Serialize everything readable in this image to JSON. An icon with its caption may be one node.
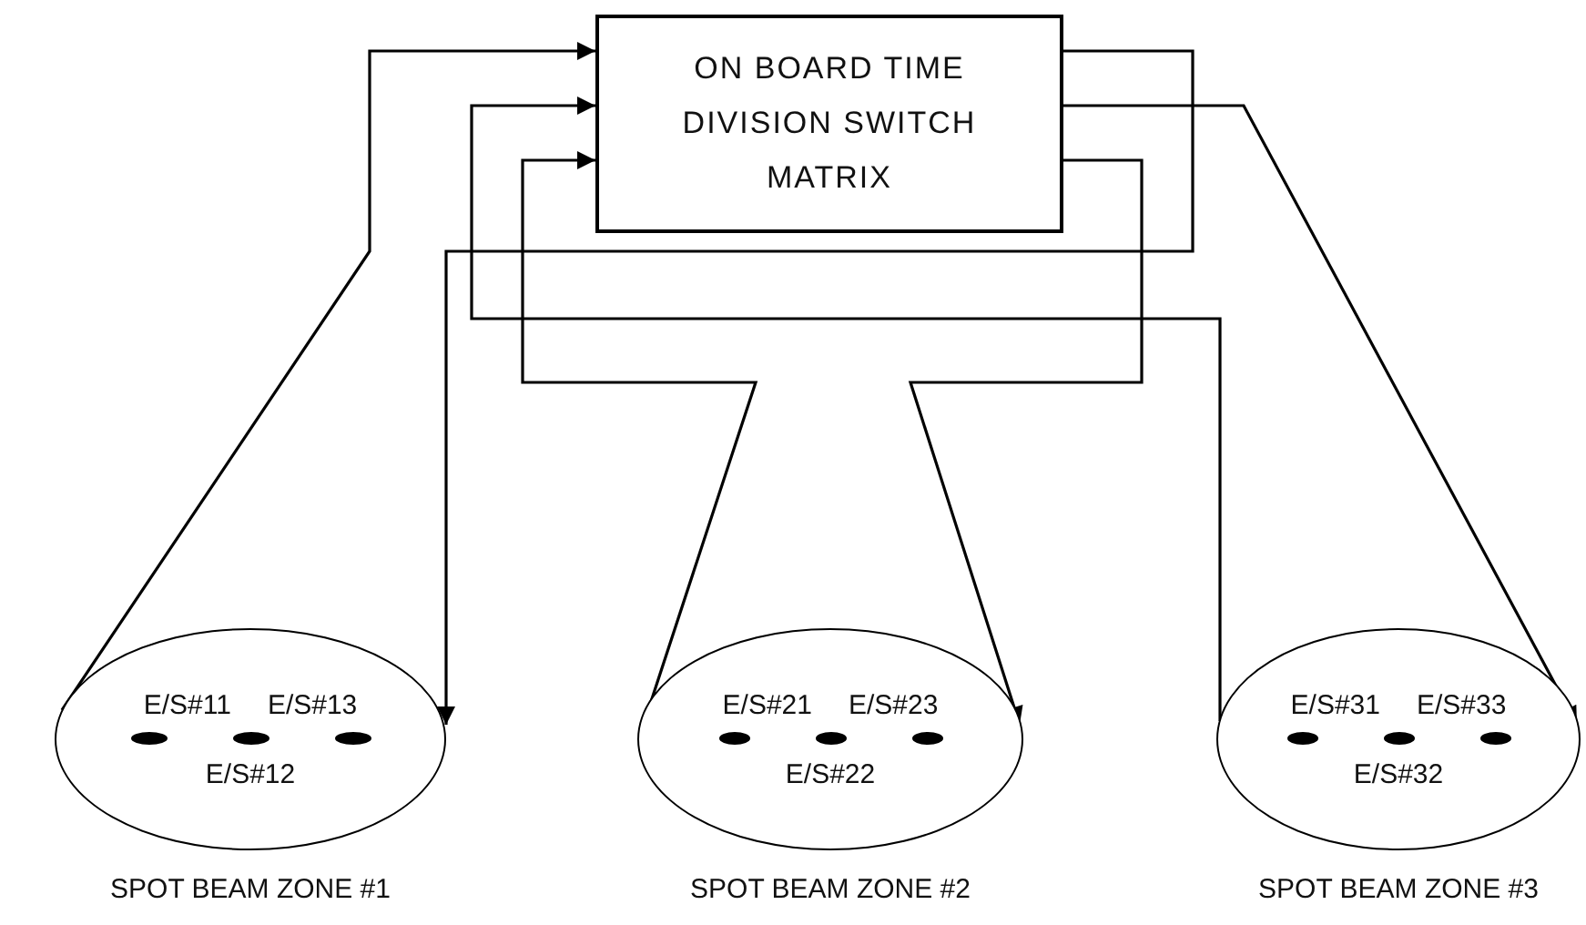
{
  "diagram": {
    "nodes": [
      {
        "text": [
          "ON BOARD TIME DIVISION SWITCH MATRIX"
        ]
      },
      {
        "text": [
          "E/S#11",
          "E/S#13",
          "E/S#12"
        ],
        "beside": [
          "SPOT BEAM ZONE #1"
        ]
      },
      {
        "text": [
          "E/S#21",
          "E/S#23",
          "E/S#22"
        ],
        "beside": [
          "SPOT BEAM ZONE #2"
        ]
      },
      {
        "text": [
          "E/S#31",
          "E/S#33",
          "E/S#32"
        ],
        "beside": [
          "SPOT BEAM ZONE #3"
        ]
      }
    ],
    "edges": [
      {
        "from": 1,
        "to": 0,
        "arrow": "to"
      },
      {
        "from": 3,
        "to": 0,
        "arrow": "to"
      },
      {
        "from": 2,
        "to": 0,
        "arrow": "to"
      },
      {
        "from": 0,
        "to": 1,
        "arrow": "to"
      },
      {
        "from": 0,
        "to": 3,
        "arrow": "to"
      },
      {
        "from": 0,
        "to": 2,
        "arrow": "to"
      }
    ]
  }
}
